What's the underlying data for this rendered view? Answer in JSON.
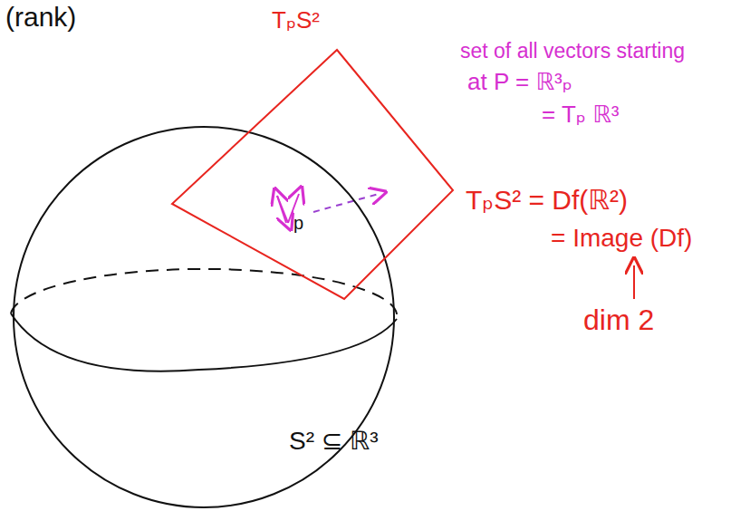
{
  "diagram": {
    "nodes": [
      {
        "text": [
          "S² ⊆ ℝ³"
        ]
      },
      {
        "text": [
          "p"
        ]
      }
    ],
    "labels": [
      "(rank)",
      "TₚS²",
      "set of all vectors starting",
      "at P = ℝ³ₚ",
      "= Tₚ ℝ³",
      "TₚS² = Df(ℝ²)",
      "= Image (Df)",
      "dim 2"
    ]
  }
}
